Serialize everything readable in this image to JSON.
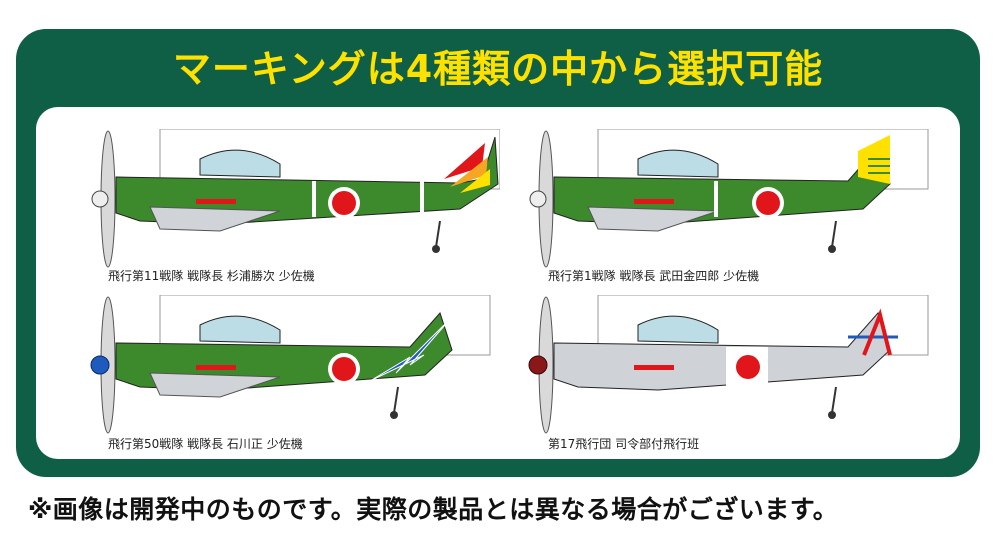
{
  "headline": "マーキングは4種類の中から選択可能",
  "markings": [
    {
      "caption": "飛行第11戦隊 戦隊長 杉浦勝次 少佐機",
      "body_color": "#3c8a2c",
      "belly_color": "#d0d4d8",
      "spinner_color": "#eeeeee",
      "tail_style": "flame"
    },
    {
      "caption": "飛行第1戦隊 戦隊長 武田金四郎 少佐機",
      "body_color": "#3c8a2c",
      "belly_color": "#d0d4d8",
      "spinner_color": "#eeeeee",
      "tail_style": "yellow-stripes"
    },
    {
      "caption": "飛行第50戦隊 戦隊長 石川正 少佐機",
      "body_color": "#3c8a2c",
      "belly_color": "#d0d4d8",
      "spinner_color": "#1f5bbf",
      "tail_style": "blue-lightning"
    },
    {
      "caption": "第17飛行団 司令部付飛行班",
      "body_color": "#cfd2d6",
      "belly_color": "#cfd2d6",
      "spinner_color": "#8a1818",
      "tail_style": "arrow-emblem"
    }
  ],
  "footnote": "※画像は開発中のものです。実際の製品とは異なる場合がございます。",
  "colors": {
    "frame": "#0f5f47",
    "headline": "#ffe100",
    "hinomaru": "#e0161b"
  }
}
